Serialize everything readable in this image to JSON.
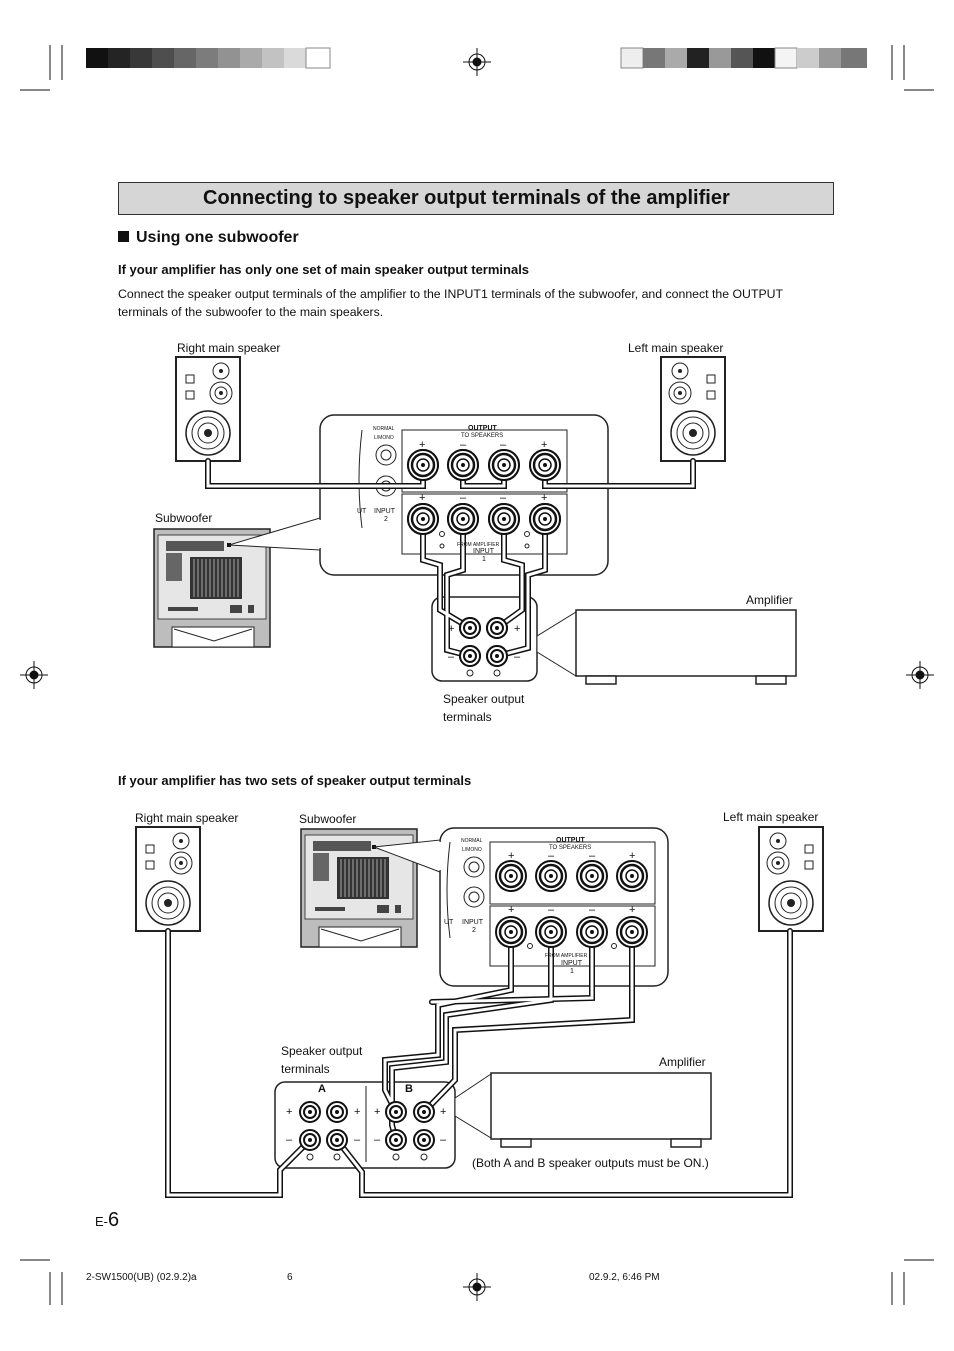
{
  "section_title": "Connecting to speaker output terminals of the amplifier",
  "subheading": "Using one subwoofer",
  "case1": {
    "heading": "If your amplifier has only one set of main speaker output terminals",
    "body": "Connect the speaker output terminals of the amplifier to the INPUT1 terminals of the subwoofer, and connect the OUTPUT terminals of the subwoofer to the main speakers.",
    "labels": {
      "right_main_speaker": "Right main speaker",
      "left_main_speaker": "Left main speaker",
      "subwoofer": "Subwoofer",
      "amplifier": "Amplifier",
      "speaker_output_line1": "Speaker output",
      "speaker_output_line2": "terminals"
    }
  },
  "case2": {
    "heading": "If your amplifier has two sets of speaker output terminals",
    "labels": {
      "right_main_speaker": "Right main speaker",
      "subwoofer": "Subwoofer",
      "left_main_speaker": "Left main speaker",
      "speaker_output_line1": "Speaker output",
      "speaker_output_line2": "terminals",
      "amplifier": "Amplifier",
      "note": "(Both A and B speaker outputs must be ON.)",
      "terminal_a": "A",
      "terminal_b": "B"
    }
  },
  "panel_text": {
    "output": "OUTPUT",
    "to_speakers": "TO SPEAKERS",
    "normal": "NORMAL",
    "mono": "L/MONO",
    "input2": "INPUT",
    "input2_num": "2",
    "from_amplifier": "FROM AMPLIFIER",
    "input1": "INPUT",
    "input1_num": "1",
    "ut": "UT"
  },
  "footer": {
    "page_prefix": "E-",
    "page_number": "6",
    "file": "2-SW1500(UB)   (02.9.2)a",
    "sheet": "6",
    "date": "02.9.2, 6:46 PM"
  }
}
